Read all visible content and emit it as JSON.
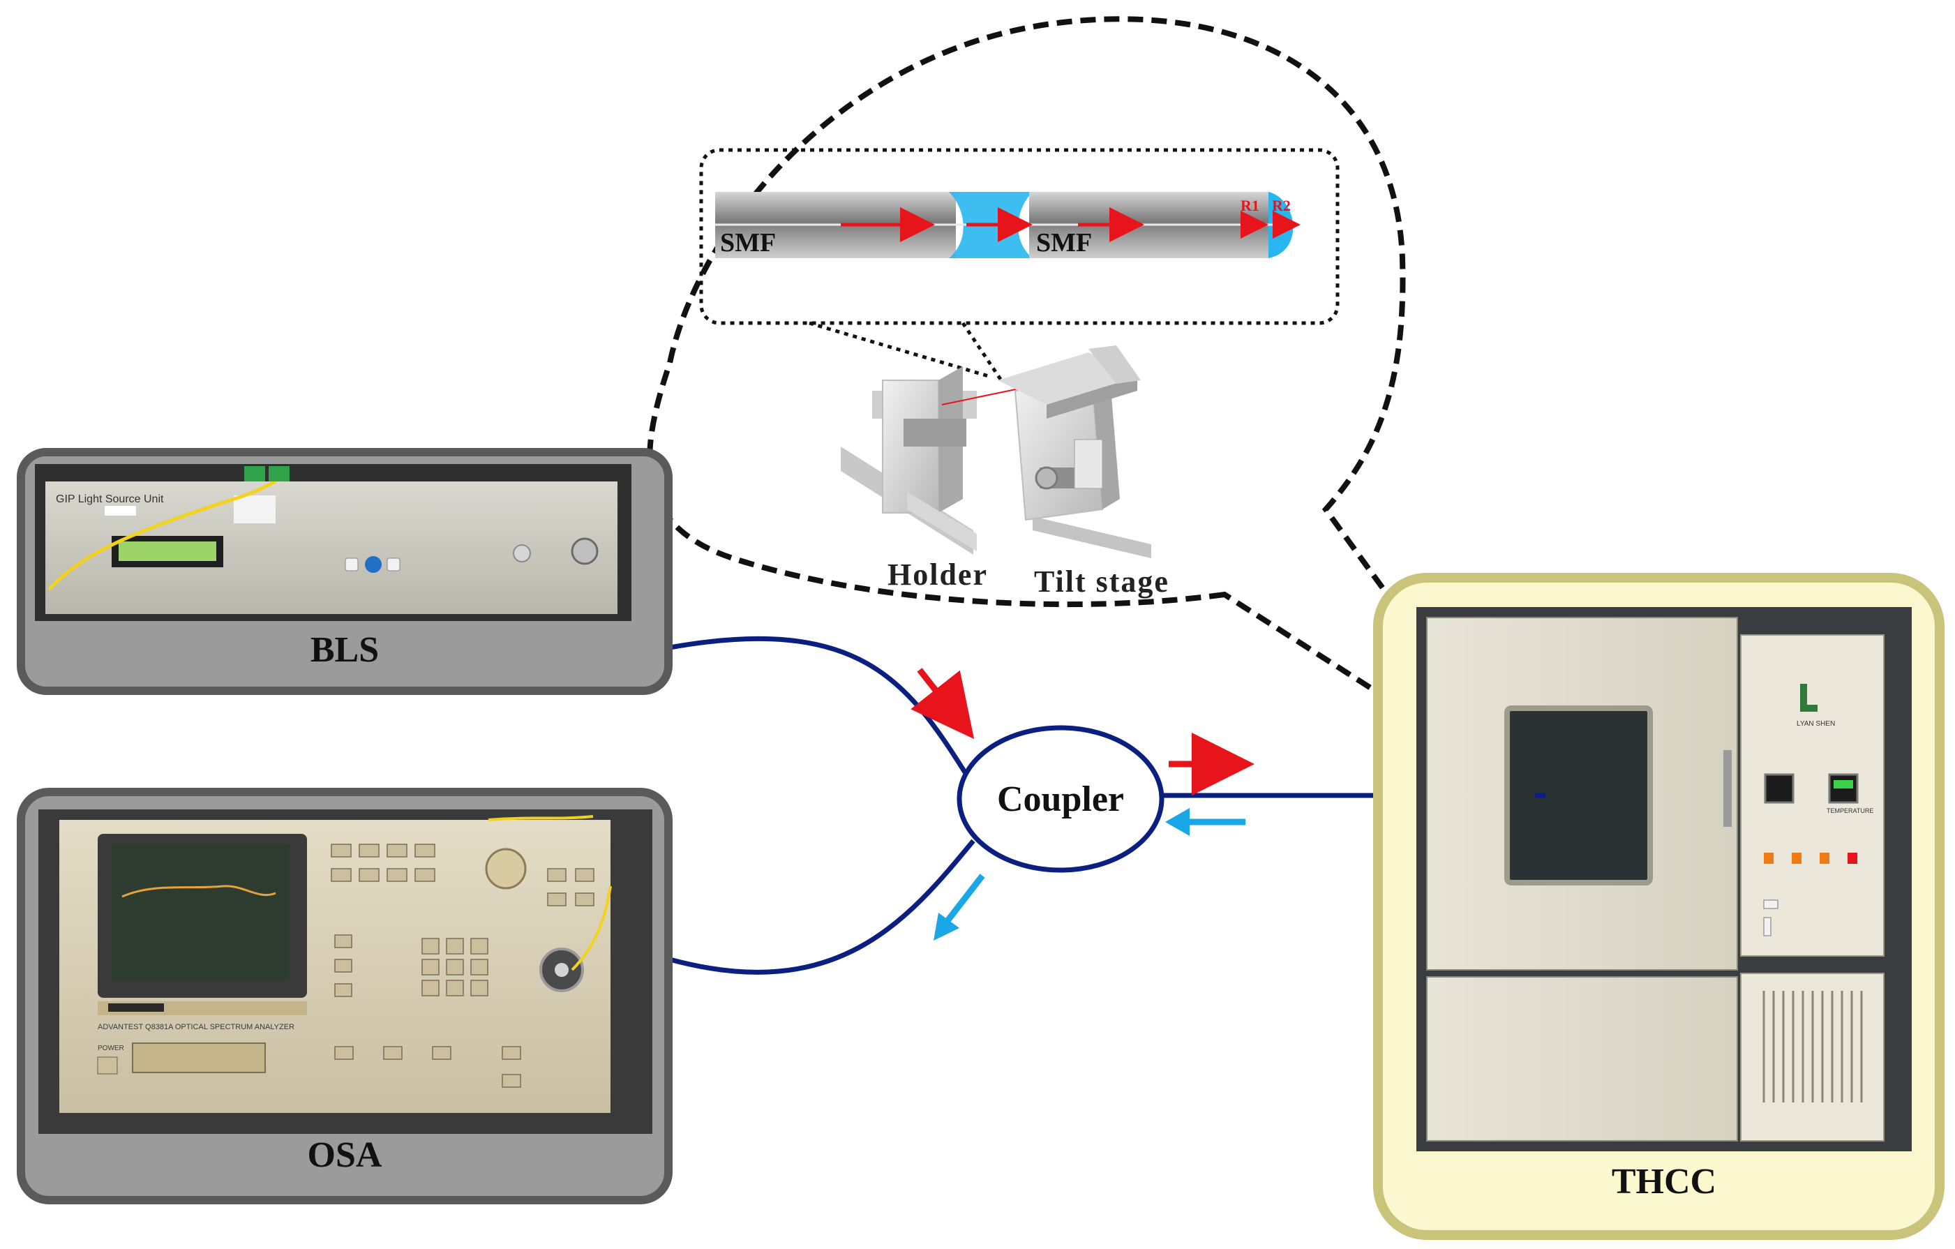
{
  "labels": {
    "bls": "BLS",
    "osa": "OSA",
    "thcc": "THCC",
    "coupler": "Coupler",
    "holder": "Holder",
    "tilt_stage": "Tilt stage",
    "smf_left": "SMF",
    "smf_right": "SMF",
    "r1": "R1",
    "r2": "R2"
  },
  "device_text": {
    "bls_brand": "GIP  Light Source Unit",
    "osa_brand": "ADVANTEST   Q8381A  OPTICAL SPECTRUM ANALYZER",
    "osa_power": "POWER",
    "thcc_brand": "LYAN SHEN",
    "thcc_temperature": "TEMPERATURE"
  },
  "colors": {
    "fiber": "#0a1f80",
    "forward_arrow": "#e8141b",
    "return_arrow": "#1aa7e8",
    "panel_border": "#5a5a5a",
    "panel_fill": "#9b9b9b",
    "thcc_panel_fill": "#fbf8cf",
    "thcc_panel_border": "#c9c47a",
    "taper_glow": "#29b6f0"
  },
  "icons": {
    "forward_arrow": "red-arrow-icon",
    "return_arrow": "blue-arrow-icon"
  }
}
